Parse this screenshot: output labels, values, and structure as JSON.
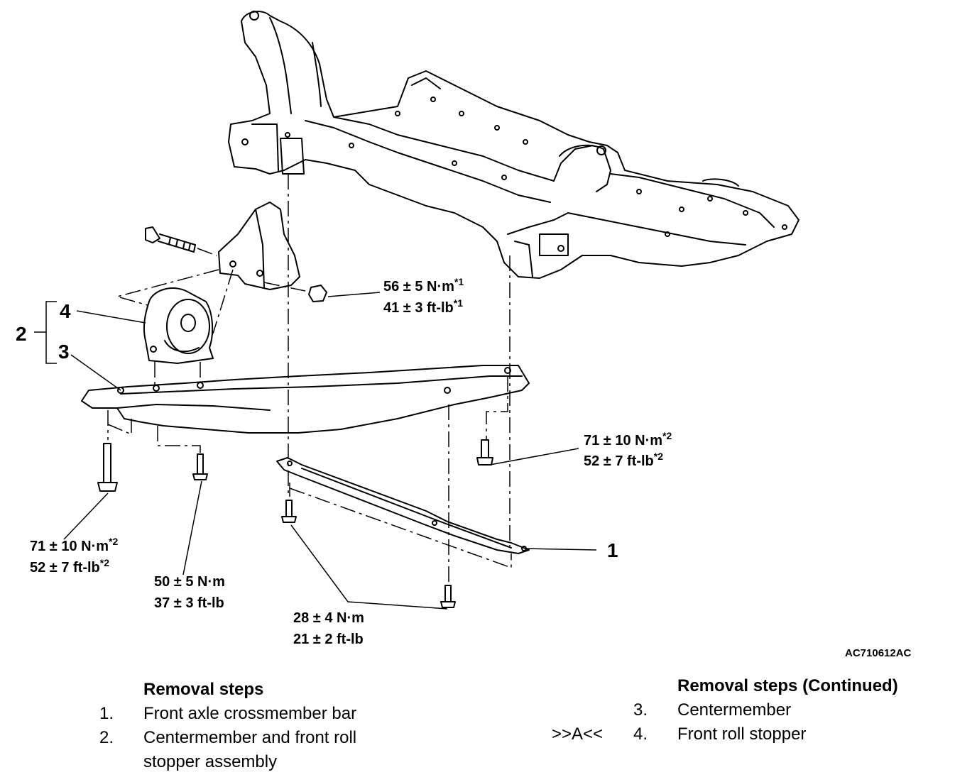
{
  "callouts": {
    "c1": "1",
    "c2": "2",
    "c3": "3",
    "c4": "4"
  },
  "torques": {
    "t1": {
      "metric": "56 ± 5 N·m",
      "metric_sup": "*1",
      "imperial": "41 ± 3 ft-lb",
      "imperial_sup": "*1"
    },
    "t2_right": {
      "metric": "71 ± 10 N·m",
      "metric_sup": "*2",
      "imperial": "52 ± 7 ft-lb",
      "imperial_sup": "*2"
    },
    "t2_left": {
      "metric": "71 ± 10 N·m",
      "metric_sup": "*2",
      "imperial": "52 ± 7 ft-lb",
      "imperial_sup": "*2"
    },
    "t3": {
      "metric": "50 ± 5 N·m",
      "imperial": "37 ± 3 ft-lb"
    },
    "t4": {
      "metric": "28 ± 4 N·m",
      "imperial": "21 ± 2 ft-lb"
    }
  },
  "figure_ref": "AC710612AC",
  "removal_steps": {
    "heading": "Removal steps",
    "items": [
      {
        "num": "1.",
        "text": "Front axle crossmember bar"
      },
      {
        "num": "2.",
        "text": "Centermember and front roll",
        "text2": "stopper assembly"
      }
    ]
  },
  "removal_steps_continued": {
    "heading": "Removal steps (Continued)",
    "items": [
      {
        "num": "3.",
        "text": "Centermember",
        "mark": ""
      },
      {
        "num": "4.",
        "text": "Front roll stopper",
        "mark": ">>A<<"
      }
    ]
  }
}
